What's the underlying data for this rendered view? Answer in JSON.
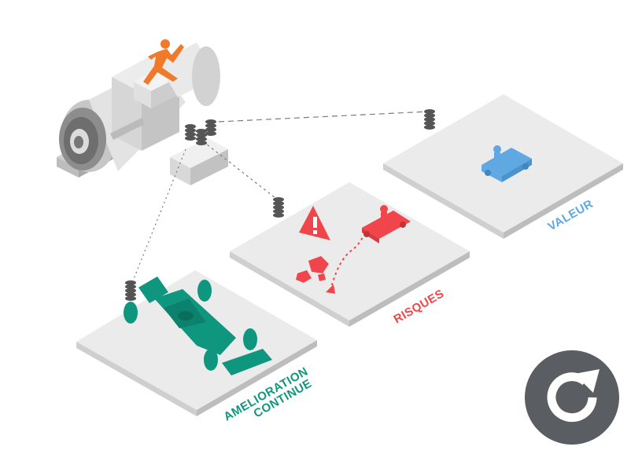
{
  "labels": {
    "amelioration_line1": "AMELIORATION",
    "amelioration_line2": "CONTINUE",
    "risques": "RISQUES",
    "valeur": "VALEUR"
  },
  "colors": {
    "amelioration": "#0f967f",
    "risques": "#f0454a",
    "valeur": "#5fa8e2",
    "logo": "#ef7a2a",
    "button": "#5a5d61",
    "platform_top": "#ebebeb",
    "machine": "#e2e2e2"
  },
  "icons": {
    "logo": "running-figure-logo-icon",
    "machine": "engine-machine-icon",
    "coin_stack": "coin-stack-icon",
    "race_car": "race-car-icon",
    "warning": "warning-triangle-icon",
    "rocks": "rocks-icon",
    "go_kart": "go-kart-icon",
    "limousine": "limousine-icon",
    "refresh": "refresh-icon"
  }
}
